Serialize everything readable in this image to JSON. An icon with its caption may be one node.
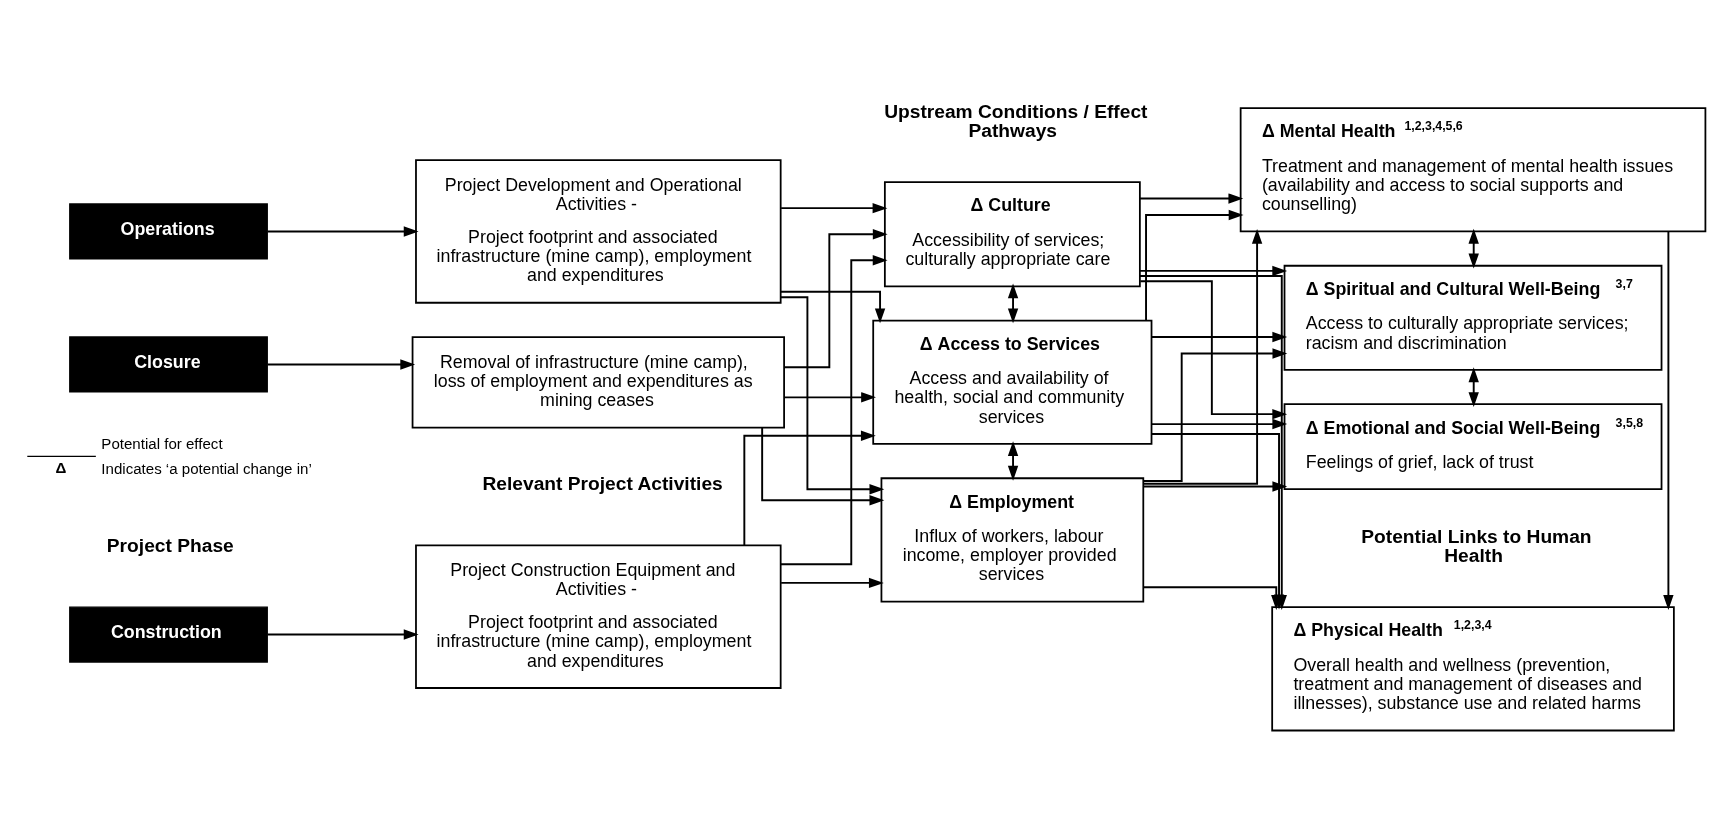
{
  "diagram": {
    "nodes": [
      {
        "text": [
          "Construction"
        ]
      },
      {
        "text": [
          "Operations"
        ]
      },
      {
        "text": [
          "Closure"
        ]
      },
      {
        "text": [
          "Project Construction Equipment and Activities -",
          "Project footprint and associated infrastructure (mine camp), employment and expenditures"
        ]
      },
      {
        "text": [
          "Project Development and Operational Activities -",
          "Project footprint and associated infrastructure (mine camp), employment and expenditures"
        ]
      },
      {
        "text": [
          "Removal of infrastructure (mine camp), loss of employment and expenditures as mining ceases"
        ]
      },
      {
        "text": [
          "Δ Culture",
          "Accessibility of services; culturally appropriate care"
        ]
      },
      {
        "text": [
          "Δ Access to Services",
          "Access and availability of health, social and community services"
        ]
      },
      {
        "text": [
          "Δ Employment",
          "Influx of workers, labour income, employer provided services"
        ]
      },
      {
        "text": [
          "Δ Physical Health $^{1,2,3,4}$",
          "Overall health and wellness (prevention, treatment and management of diseases and illnesses), substance use and related harms"
        ]
      },
      {
        "text": [
          "Δ Mental Health $^{1,2,3,4,5,6}$",
          "Treatment and management of mental health issues (availability and access to social supports and counselling)"
        ]
      },
      {
        "text": [
          "Δ Spiritual and Cultural Well-Being $^{3,7}$",
          "Access to culturally appropriate services; racism and discrimination"
        ]
      },
      {
        "text": [
          "Δ Emotional and Social Well-Being $^{3,5,8}$",
          "Feelings of grief, lack of trust"
        ]
      }
    ],
    "edges": [
      {
        "from": 0,
        "to": 3,
        "arrow": "to"
      },
      {
        "from": 1,
        "to": 4,
        "arrow": "to"
      },
      {
        "from": 2,
        "to": 5,
        "arrow": "to"
      },
      {
        "from": 3,
        "to": 6,
        "arrow": "to"
      },
      {
        "from": 3,
        "to": 7,
        "arrow": "to"
      },
      {
        "from": 3,
        "to": 8,
        "arrow": "to"
      },
      {
        "from": 4,
        "to": 6,
        "arrow": "to"
      },
      {
        "from": 4,
        "to": 7,
        "arrow": "to"
      },
      {
        "from": 4,
        "to": 8,
        "arrow": "to"
      },
      {
        "from": 5,
        "to": 6,
        "arrow": "to"
      },
      {
        "from": 5,
        "to": 7,
        "arrow": "to"
      },
      {
        "from": 5,
        "to": 8,
        "arrow": "to"
      },
      {
        "from": 6,
        "to": 7,
        "arrow": "both"
      },
      {
        "from": 7,
        "to": 8,
        "arrow": "both"
      },
      {
        "from": 6,
        "to": 9,
        "arrow": "to"
      },
      {
        "from": 6,
        "to": 10,
        "arrow": "to"
      },
      {
        "from": 6,
        "to": 11,
        "arrow": "to"
      },
      {
        "from": 6,
        "to": 12,
        "arrow": "to"
      },
      {
        "from": 7,
        "to": 9,
        "arrow": "to"
      },
      {
        "from": 7,
        "to": 10,
        "arrow": "to"
      },
      {
        "from": 7,
        "to": 11,
        "arrow": "to"
      },
      {
        "from": 7,
        "to": 12,
        "arrow": "to"
      },
      {
        "from": 8,
        "to": 9,
        "arrow": "to"
      },
      {
        "from": 8,
        "to": 10,
        "arrow": "to"
      },
      {
        "from": 8,
        "to": 11,
        "arrow": "to"
      },
      {
        "from": 8,
        "to": 12,
        "arrow": "to"
      },
      {
        "from": 10,
        "to": 9,
        "arrow": "to"
      },
      {
        "from": 10,
        "to": 11,
        "arrow": "both"
      },
      {
        "from": 11,
        "to": 12,
        "arrow": "both"
      }
    ],
    "labels": [
      "Project Phase",
      "Relevant Project Activities",
      "Upstream Conditions / Effect Pathways",
      "Potential Links to Human Health",
      "Δ",
      "Indicates ‘a potential change in’"
    ],
    "legend": [
      {
        "text": "Potential for effect"
      }
    ]
  }
}
